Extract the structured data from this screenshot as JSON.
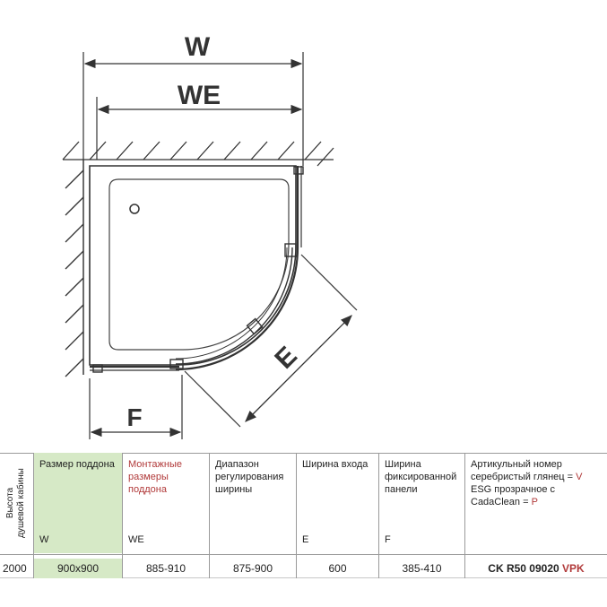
{
  "diagram": {
    "label_w": "W",
    "label_we": "WE",
    "label_e": "E",
    "label_f": "F"
  },
  "table": {
    "height_header_line1": "Высота",
    "height_header_line2": "душевой кабины",
    "height_value": "2000",
    "columns": [
      {
        "header": "Размер поддона",
        "abbr": "W",
        "value": "900x900"
      },
      {
        "header": "Монтажные размеры поддона",
        "abbr": "WE",
        "value": "885-910"
      },
      {
        "header": "Диапазон регулирования ширины",
        "abbr": "",
        "value": "875-900"
      },
      {
        "header": "Ширина входа",
        "abbr": "E",
        "value": "600"
      },
      {
        "header": "Ширина фиксированной панели",
        "abbr": "F",
        "value": "385-410"
      }
    ],
    "article": {
      "line1": "Артикульный номер",
      "line2": "серебристый глянец =",
      "line2_code": "V",
      "line3": "ESG прозрачное с",
      "line4": "CadaClean =",
      "line4_code": "P",
      "value_prefix": "CK R50 09020",
      "value_suffix": "VPK"
    }
  },
  "colors": {
    "header_green": "#d6e9c6",
    "accent_red": "#b13a3a",
    "line": "#333333"
  }
}
